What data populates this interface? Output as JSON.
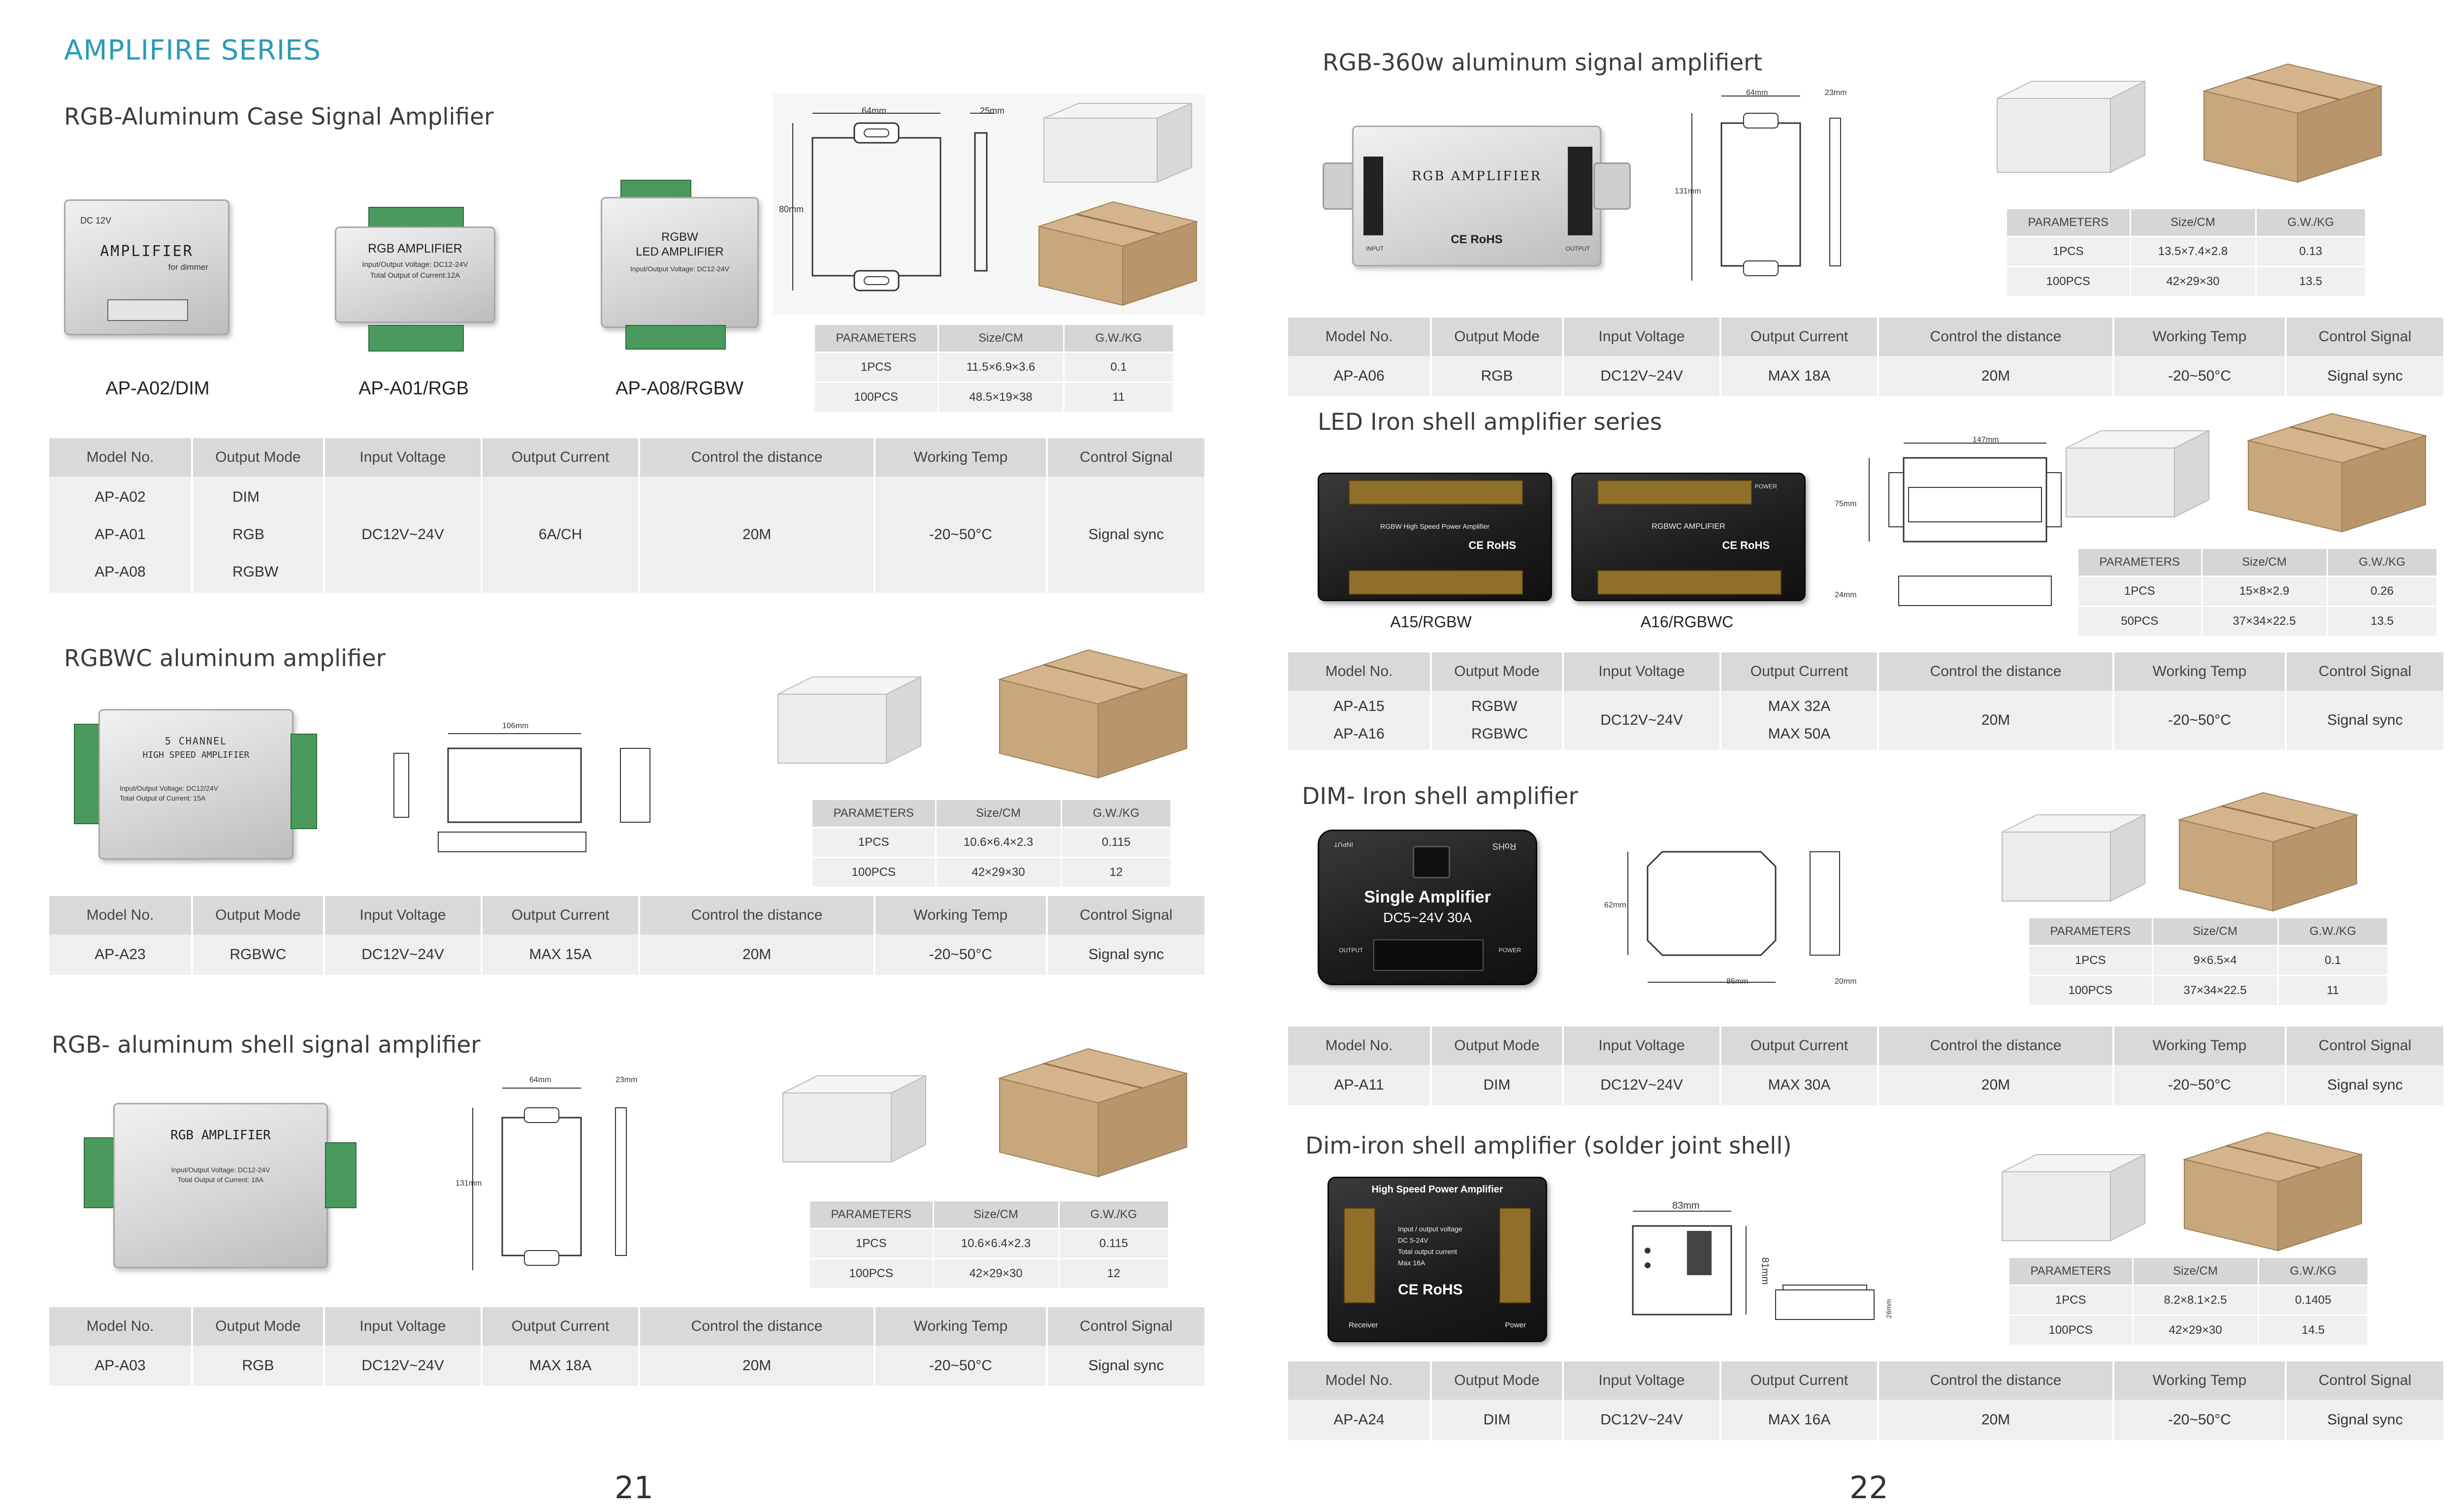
{
  "left_page": {
    "series_title": "AMPLIFIRE SERIES",
    "page_number": "21",
    "sections": {
      "s1": {
        "title": "RGB-Aluminum Case Signal Amplifier",
        "products": [
          {
            "caption": "AP-A02/DIM",
            "label_top": "DC 12V",
            "label_main": "AMPLIFIER",
            "label_sub": "for dimmer"
          },
          {
            "caption": "AP-A01/RGB",
            "label_main": "RGB AMPLIFIER",
            "label_sub": "Input/Output Voltage: DC12-24V",
            "label_sub2": "Total Output of Current:12A"
          },
          {
            "caption": "AP-A08/RGBW",
            "label_main": "RGBW",
            "label_sub": "LED AMPLIFIER",
            "label_sub2": "Input/Output Voltage: DC12-24V"
          }
        ],
        "drawing": {
          "width": "64mm",
          "depth": "25mm",
          "height": "80mm"
        },
        "params": {
          "headers": [
            "PARAMETERS",
            "Size/CM",
            "G.W./KG"
          ],
          "rows": [
            [
              "1PCS",
              "11.5×6.9×3.6",
              "0.1"
            ],
            [
              "100PCS",
              "48.5×19×38",
              "11"
            ]
          ]
        },
        "table": {
          "headers": [
            "Model No.",
            "Output Mode",
            "Input Voltage",
            "Output Current",
            "Control the distance",
            "Working Temp",
            "Control Signal"
          ],
          "models": [
            "AP-A02",
            "AP-A01",
            "AP-A08"
          ],
          "modes": [
            "DIM",
            "RGB",
            "RGBW"
          ],
          "voltage": "DC12V~24V",
          "current": "6A/CH",
          "distance": "20M",
          "temp": "-20~50°C",
          "signal": "Signal sync"
        }
      },
      "s2": {
        "title": "RGBWC aluminum amplifier",
        "product": {
          "label_main": "5 CHANNEL",
          "label_sub": "HIGH SPEED  AMPLIFIER",
          "label_sub2": "Input/Output Voltage: DC12/24V",
          "label_sub3": "Total Output of Current: 15A"
        },
        "drawing": {
          "width": "106mm"
        },
        "params": {
          "headers": [
            "PARAMETERS",
            "Size/CM",
            "G.W./KG"
          ],
          "rows": [
            [
              "1PCS",
              "10.6×6.4×2.3",
              "0.115"
            ],
            [
              "100PCS",
              "42×29×30",
              "12"
            ]
          ]
        },
        "table": {
          "headers": [
            "Model No.",
            "Output Mode",
            "Input Voltage",
            "Output Current",
            "Control the distance",
            "Working Temp",
            "Control Signal"
          ],
          "row": [
            "AP-A23",
            "RGBWC",
            "DC12V~24V",
            "MAX 15A",
            "20M",
            "-20~50°C",
            "Signal sync"
          ]
        }
      },
      "s3": {
        "title": "RGB- aluminum shell signal amplifier",
        "product": {
          "label_main": "RGB AMPLIFIER",
          "label_sub": "Input/Output Voltage: DC12-24V",
          "label_sub2": "Total Output of Current: 18A"
        },
        "drawing": {
          "width": "64mm",
          "depth": "23mm",
          "height": "131mm"
        },
        "params": {
          "headers": [
            "PARAMETERS",
            "Size/CM",
            "G.W./KG"
          ],
          "rows": [
            [
              "1PCS",
              "10.6×6.4×2.3",
              "0.115"
            ],
            [
              "100PCS",
              "42×29×30",
              "12"
            ]
          ]
        },
        "table": {
          "headers": [
            "Model No.",
            "Output Mode",
            "Input Voltage",
            "Output Current",
            "Control the distance",
            "Working Temp",
            "Control Signal"
          ],
          "row": [
            "AP-A03",
            "RGB",
            "DC12V~24V",
            "MAX 18A",
            "20M",
            "-20~50°C",
            "Signal sync"
          ]
        }
      }
    }
  },
  "right_page": {
    "page_number": "22",
    "sections": {
      "s1": {
        "title": "RGB-360w aluminum signal amplifiert",
        "product": {
          "label_main": "RGB AMPLIFIER",
          "ce": "CE RoHS",
          "input": "INPUT",
          "output": "OUTPUT"
        },
        "drawing": {
          "width": "64mm",
          "depth": "23mm",
          "height": "131mm"
        },
        "params": {
          "headers": [
            "PARAMETERS",
            "Size/CM",
            "G.W./KG"
          ],
          "rows": [
            [
              "1PCS",
              "13.5×7.4×2.8",
              "0.13"
            ],
            [
              "100PCS",
              "42×29×30",
              "13.5"
            ]
          ]
        },
        "table": {
          "headers": [
            "Model No.",
            "Output Mode",
            "Input Voltage",
            "Output Current",
            "Control the distance",
            "Working Temp",
            "Control Signal"
          ],
          "row": [
            "AP-A06",
            "RGB",
            "DC12V~24V",
            "MAX 18A",
            "20M",
            "-20~50°C",
            "Signal sync"
          ]
        }
      },
      "s2": {
        "title": "LED Iron shell amplifier series",
        "products": [
          {
            "caption": "A15/RGBW",
            "label_main": "RGBW High Speed Power Amplifier",
            "ce": "CE RoHS"
          },
          {
            "caption": "A16/RGBWC",
            "label_main": "RGBWC AMPLIFIER",
            "ce": "CE RoHS",
            "power": "POWER"
          }
        ],
        "drawing": {
          "width": "147mm",
          "height": "75mm",
          "depth": "24mm"
        },
        "params": {
          "headers": [
            "PARAMETERS",
            "Size/CM",
            "G.W./KG"
          ],
          "rows": [
            [
              "1PCS",
              "15×8×2.9",
              "0.26"
            ],
            [
              "50PCS",
              "37×34×22.5",
              "13.5"
            ]
          ]
        },
        "table": {
          "headers": [
            "Model No.",
            "Output Mode",
            "Input Voltage",
            "Output Current",
            "Control the distance",
            "Working Temp",
            "Control Signal"
          ],
          "models": [
            "AP-A15",
            "AP-A16"
          ],
          "modes": [
            "RGBW",
            "RGBWC"
          ],
          "voltage": "DC12V~24V",
          "currents": [
            "MAX 32A",
            "MAX 50A"
          ],
          "distance": "20M",
          "temp": "-20~50°C",
          "signal": "Signal sync"
        }
      },
      "s3": {
        "title": "DIM- Iron shell amplifier",
        "product": {
          "label_main": "Single Amplifier",
          "label_sub": "DC5~24V  30A",
          "input": "INPUT",
          "output": "OUTPUT",
          "power": "POWER",
          "rohs": "RoHS"
        },
        "drawing": {
          "width": "86mm",
          "height": "62mm",
          "depth": "20mm"
        },
        "params": {
          "headers": [
            "PARAMETERS",
            "Size/CM",
            "G.W./KG"
          ],
          "rows": [
            [
              "1PCS",
              "9×6.5×4",
              "0.1"
            ],
            [
              "100PCS",
              "37×34×22.5",
              "11"
            ]
          ]
        },
        "table": {
          "headers": [
            "Model No.",
            "Output Mode",
            "Input Voltage",
            "Output Current",
            "Control the distance",
            "Working Temp",
            "Control Signal"
          ],
          "row": [
            "AP-A11",
            "DIM",
            "DC12V~24V",
            "MAX 30A",
            "20M",
            "-20~50°C",
            "Signal sync"
          ]
        }
      },
      "s4": {
        "title": "Dim-iron shell amplifier (solder joint shell)",
        "product": {
          "label_main": "High Speed Power Amplifier",
          "label_sub": "Input / output voltage",
          "label_sub2": "DC 5-24V",
          "label_sub3": "Total output current",
          "label_sub4": "Max 16A",
          "ce": "CE RoHS",
          "receiver": "Receiver",
          "power": "Power"
        },
        "drawing": {
          "width": "83mm",
          "height": "81mm",
          "depth": "26mm"
        },
        "params": {
          "headers": [
            "PARAMETERS",
            "Size/CM",
            "G.W./KG"
          ],
          "rows": [
            [
              "1PCS",
              "8.2×8.1×2.5",
              "0.1405"
            ],
            [
              "100PCS",
              "42×29×30",
              "14.5"
            ]
          ]
        },
        "table": {
          "headers": [
            "Model No.",
            "Output Mode",
            "Input Voltage",
            "Output Current",
            "Control the distance",
            "Working Temp",
            "Control Signal"
          ],
          "row": [
            "AP-A24",
            "DIM",
            "DC12V~24V",
            "MAX 16A",
            "20M",
            "-20~50°C",
            "Signal sync"
          ]
        }
      }
    }
  }
}
